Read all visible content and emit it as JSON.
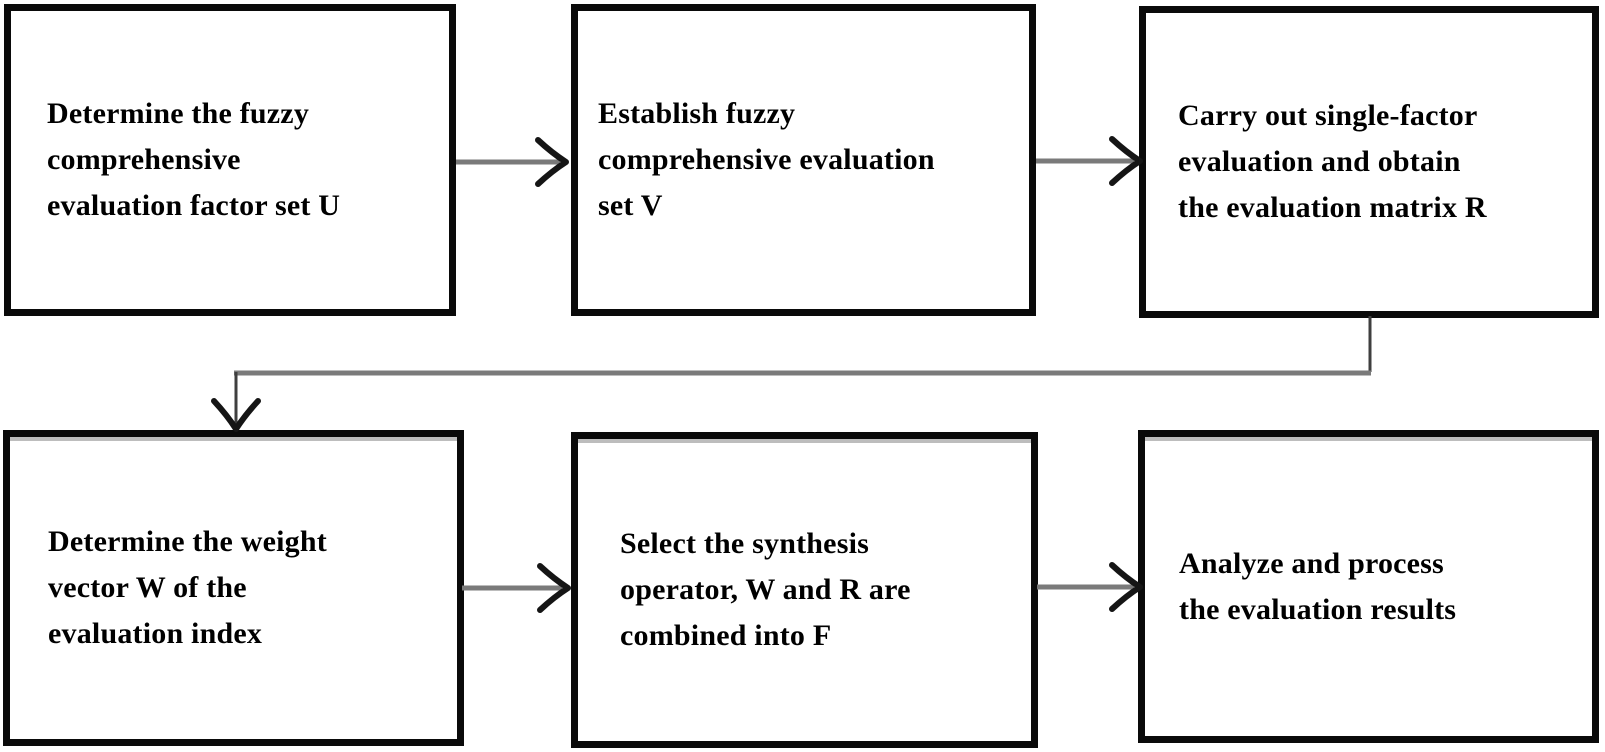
{
  "steps": [
    {
      "label": "Determine the fuzzy\ncomprehensive\nevaluation factor set U"
    },
    {
      "label": "Establish fuzzy\ncomprehensive evaluation\nset V"
    },
    {
      "label": "Carry out single-factor\nevaluation and obtain\nthe evaluation matrix R"
    },
    {
      "label": "Determine the weight\nvector W of the\nevaluation index"
    },
    {
      "label": "Select the synthesis\noperator, W and R are\ncombined into F"
    },
    {
      "label": "Analyze and process\nthe evaluation results"
    }
  ],
  "colors": {
    "background": "#ffffff",
    "box_border": "#0a0a0a",
    "text": "#000000",
    "connector": "#7a7a7a",
    "connector_dark": "#3f3f3f",
    "arrowhead": "#151515"
  }
}
